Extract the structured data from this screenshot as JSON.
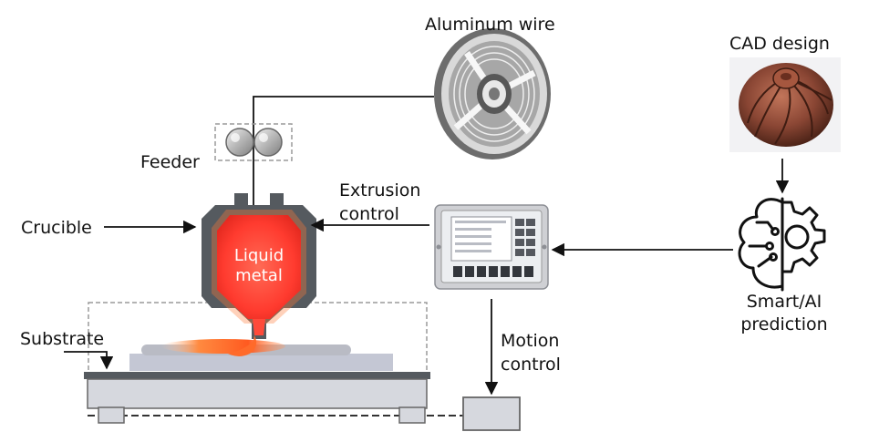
{
  "labels": {
    "aluminum_wire": "Aluminum wire",
    "cad_design": "CAD design",
    "feeder": "Feeder",
    "extrusion_control": [
      "Extrusion",
      "control"
    ],
    "crucible": "Crucible",
    "liquid_metal": [
      "Liquid",
      "metal"
    ],
    "smart_ai_prediction": [
      "Smart/AI",
      "prediction"
    ],
    "substrate": "Substrate",
    "motion_control": [
      "Motion",
      "control"
    ]
  },
  "colors": {
    "crucible_body": "#555a5f",
    "molten_metal": "#ff4a3a",
    "molten_glow": "#ff7a3a",
    "arrow": "#111111",
    "dashed_box": "#9a9a9a",
    "substrate_plate": "#c9ccd8",
    "cad_part": "#8a4634"
  },
  "icons": {
    "wire_spool": "wire-spool-icon",
    "feeder_rollers": "feeder-rollers-icon",
    "cad_model": "turbine-impeller-icon",
    "ai_brain": "brain-gear-icon",
    "controller": "control-panel-icon"
  }
}
